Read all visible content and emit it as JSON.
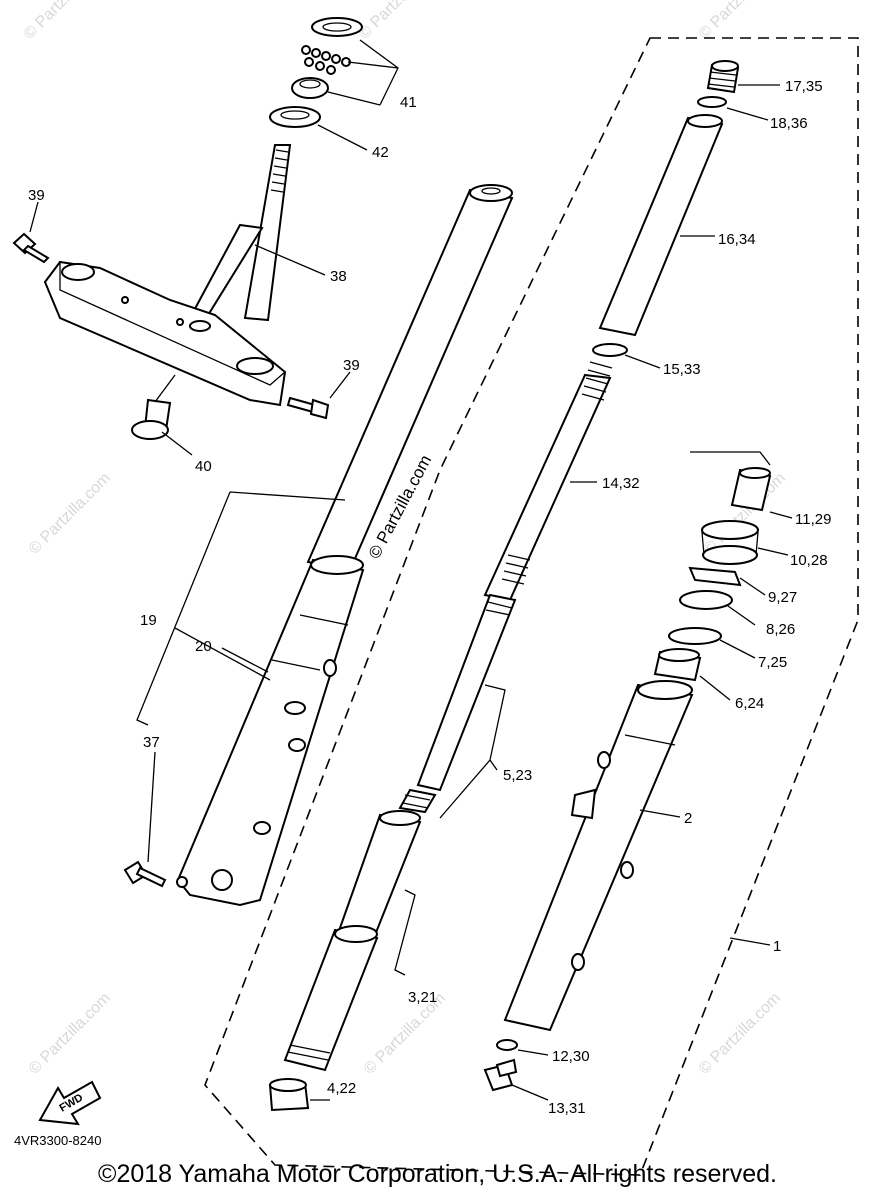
{
  "diagram": {
    "part_labels": {
      "p41": "41",
      "p42": "42",
      "p39a": "39",
      "p38": "38",
      "p39b": "39",
      "p40": "40",
      "p19": "19",
      "p20": "20",
      "p37": "37",
      "p17_35": "17,35",
      "p18_36": "18,36",
      "p16_34": "16,34",
      "p15_33": "15,33",
      "p14_32": "14,32",
      "p11_29": "11,29",
      "p10_28": "10,28",
      "p9_27": "9,27",
      "p8_26": "8,26",
      "p7_25": "7,25",
      "p6_24": "6,24",
      "p5_23": "5,23",
      "p2": "2",
      "p1": "1",
      "p3_21": "3,21",
      "p12_30": "12,30",
      "p4_22": "4,22",
      "p13_31": "13,31"
    },
    "watermark_center": "© Partzilla.com",
    "watermark_small": "© Partzilla.com",
    "fwd_label": "FWD",
    "diagram_code": "4VR3300-8240"
  },
  "footer": {
    "copyright": "©2018 Yamaha Motor Corporation, U.S.A. All rights reserved."
  },
  "colors": {
    "line": "#000000",
    "background": "#ffffff",
    "watermark": "#d8d8d8"
  }
}
